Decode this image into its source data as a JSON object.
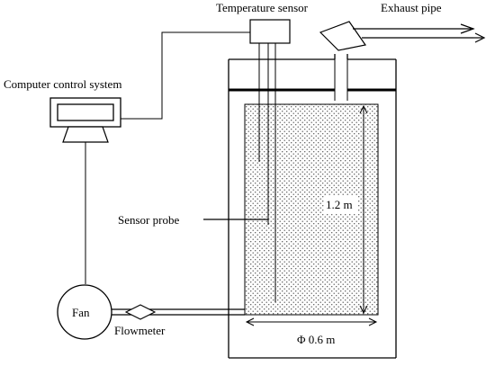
{
  "labels": {
    "temperature_sensor": "Temperature sensor",
    "exhaust_pipe": "Exhaust pipe",
    "computer_control_system": "Computer control system",
    "sensor_probe": "Sensor probe",
    "height": "1.2 m",
    "fan": "Fan",
    "flowmeter": "Flowmeter",
    "diameter": "Φ 0.6 m"
  }
}
